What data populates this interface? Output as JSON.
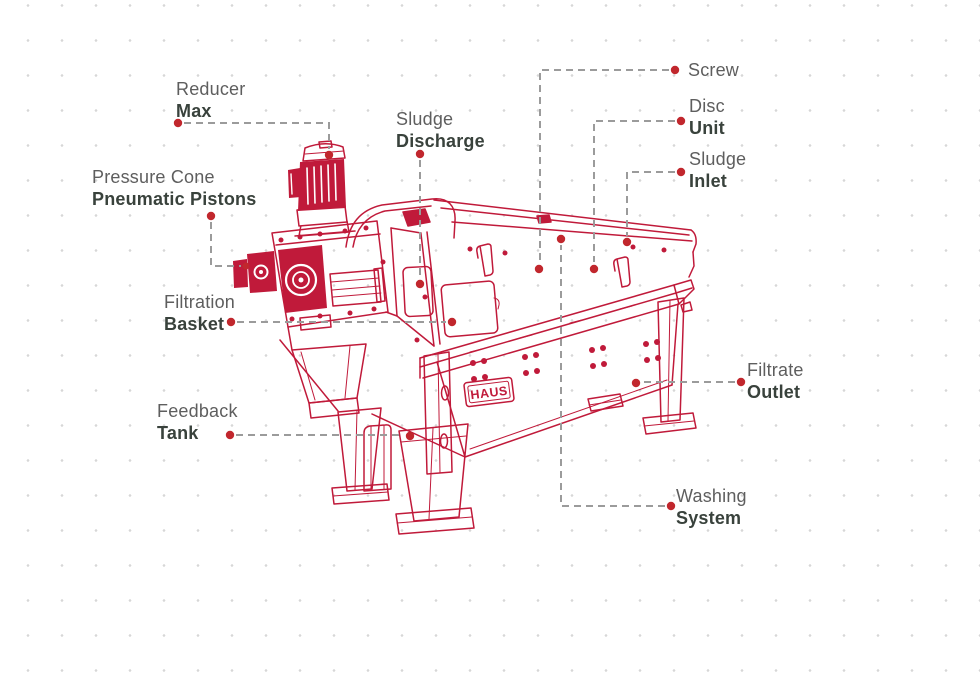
{
  "diagram": {
    "machine": {
      "brand_label": "HAUS"
    },
    "callouts": [
      {
        "id": "reducer-max",
        "line1": "Reducer",
        "line2": "Max"
      },
      {
        "id": "pressure-cone-pneumatic-pistons",
        "line1": "Pressure Cone",
        "line2": "Pneumatic Pistons"
      },
      {
        "id": "filtration-basket",
        "line1": "Filtration",
        "line2": "Basket"
      },
      {
        "id": "feedback-tank",
        "line1": "Feedback",
        "line2": "Tank"
      },
      {
        "id": "sludge-discharge",
        "line1": "Sludge",
        "line2": "Discharge"
      },
      {
        "id": "screw",
        "line1": "Screw",
        "line2": ""
      },
      {
        "id": "disc-unit",
        "line1": "Disc",
        "line2": "Unit"
      },
      {
        "id": "sludge-inlet",
        "line1": "Sludge",
        "line2": "Inlet"
      },
      {
        "id": "filtrate-outlet",
        "line1": "Filtrate",
        "line2": "Outlet"
      },
      {
        "id": "washing-system",
        "line1": "Washing",
        "line2": "System"
      }
    ],
    "colors": {
      "machine_line": "#c01a3a",
      "marker_dot": "#c1272d",
      "leader_line": "#9b9b9b",
      "label_primary": "#5e5e5e",
      "label_bold": "#39423c",
      "grid_dot": "#d7d7d7"
    }
  }
}
